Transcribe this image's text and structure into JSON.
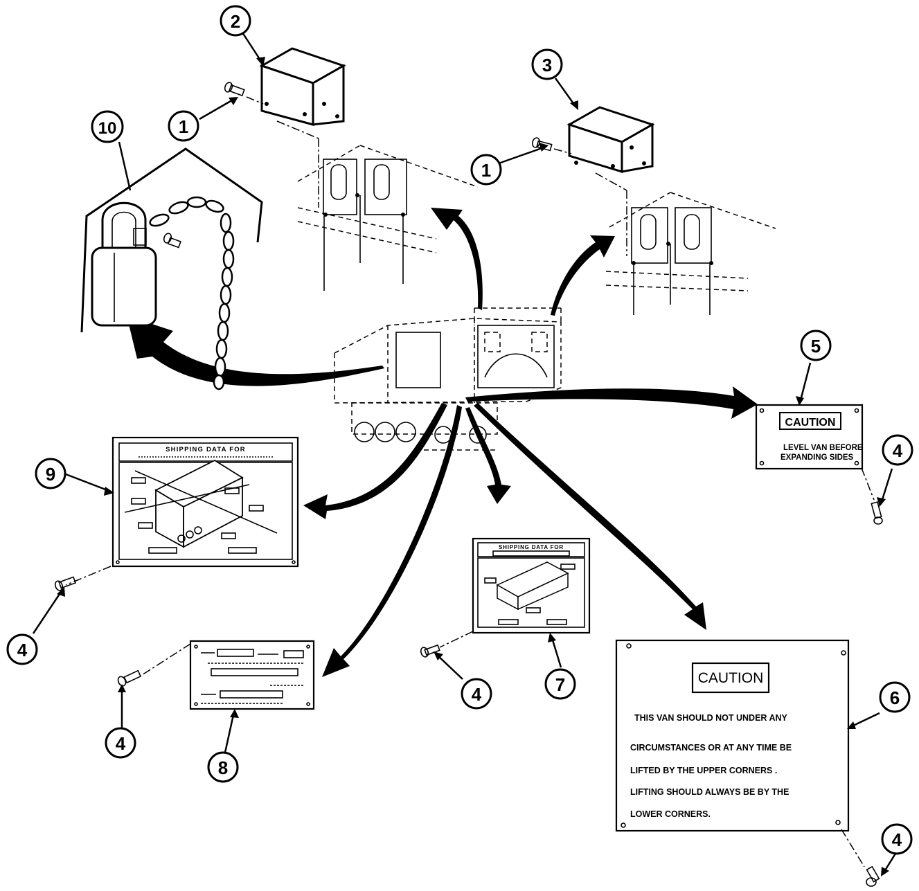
{
  "callouts": [
    "1",
    "1",
    "2",
    "3",
    "4",
    "4",
    "4",
    "4",
    "4",
    "5",
    "6",
    "7",
    "8",
    "9",
    "10"
  ],
  "caution_plate_small": {
    "header": "CAUTION",
    "line1": "LEVEL VAN BEFORE",
    "line2": "EXPANDING SIDES"
  },
  "caution_plate_large": {
    "header": "CAUTION",
    "lines": [
      "THIS VAN SHOULD NOT UNDER ANY",
      "CIRCUMSTANCES OR AT ANY TIME BE",
      "LIFTED BY THE UPPER CORNERS .",
      "LIFTING SHOULD ALWAYS BE BY THE",
      "LOWER CORNERS."
    ]
  },
  "shipping_plate_large": {
    "title": "SHIPPING DATA FOR"
  },
  "shipping_plate_small": {
    "title": "SHIPPING DATA FOR"
  }
}
